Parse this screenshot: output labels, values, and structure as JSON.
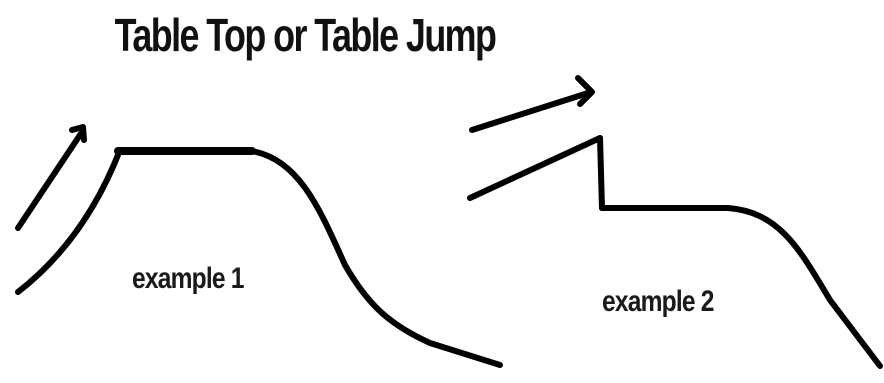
{
  "title": "Table Top or Table Jump",
  "examples": [
    {
      "label": "example 1"
    },
    {
      "label": "example 2"
    }
  ],
  "colors": {
    "background": "#ffffff",
    "ink": "#000000"
  },
  "icons": [
    "arrow-icon",
    "arrow-icon"
  ]
}
